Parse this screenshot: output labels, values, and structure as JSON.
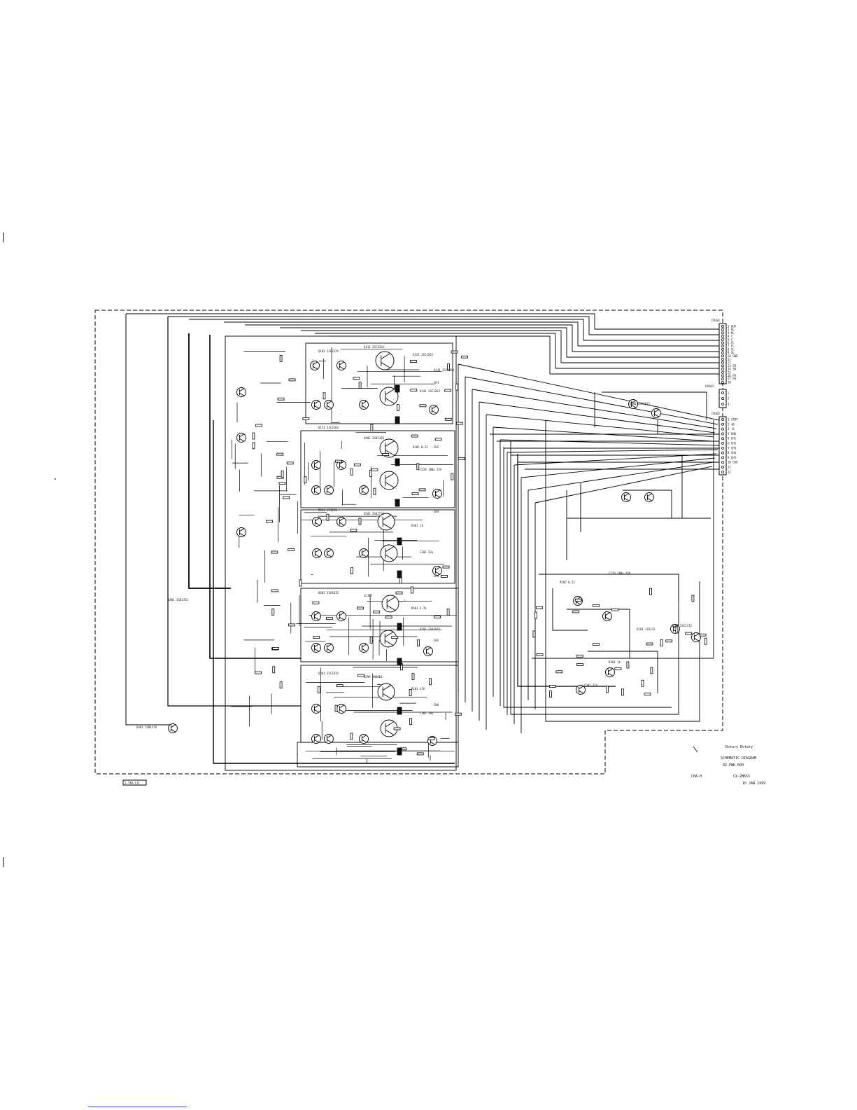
{
  "title_block": {
    "line1": "Rotary Rotary",
    "line2": "SCHEMATIC DIAGRAM",
    "line3": "02 PWR 600",
    "chassis": "CHA-H",
    "model": "CX-2M655",
    "date": "10 JAN 1999"
  },
  "stamp": "1-740-111",
  "connectors": {
    "cn101": {
      "name": "CN101",
      "pins": [
        "1 AUX",
        "2 RL",
        "3 RL",
        "4 C",
        "5 C",
        "6 FL",
        "7 FL",
        "8 SL",
        "9 SL",
        "10 GND",
        "11",
        "12",
        "13 SR",
        "14 SR",
        "15",
        "16 FR",
        "17 FR",
        "18"
      ]
    },
    "cn102": {
      "name": "CN102",
      "pins": [
        "1 STBY",
        "2 +B",
        "3 -B",
        "4 GND",
        "5 CH1",
        "6 CH2",
        "7 CH3",
        "8 CH4",
        "9 CH5",
        "10 CH6",
        "11",
        "12"
      ]
    },
    "cn103": {
      "name": "CN103",
      "pins": [
        "1",
        "2",
        "3"
      ]
    }
  },
  "amp_channels": [
    {
      "name": "Q101 2SC2229",
      "out": "CH1"
    },
    {
      "name": "Q111 2SC3264",
      "out": "CH2"
    },
    {
      "name": "Q121 2SC3263",
      "out": "CH3"
    },
    {
      "name": "Q131 2SC3264",
      "out": "CH4"
    },
    {
      "name": "Q141 2SC3263",
      "out": "CH5"
    },
    {
      "name": "Q151 2SC3264",
      "out": "CH6"
    }
  ],
  "part_labels": [
    "Q203 2SA1015",
    "Q301 2SC1815",
    "D299 1N4003",
    "R101 47k",
    "C101 10u",
    "Q401 2SD1762",
    "Q402 2SB1370",
    "R205 0.22",
    "C220 100u 35V",
    "D101 1SS133",
    "Q501 2SC2712",
    "R301 1k",
    "C301 22u",
    "Q601 2SA1015",
    "IC101",
    "R401 4.7k"
  ]
}
